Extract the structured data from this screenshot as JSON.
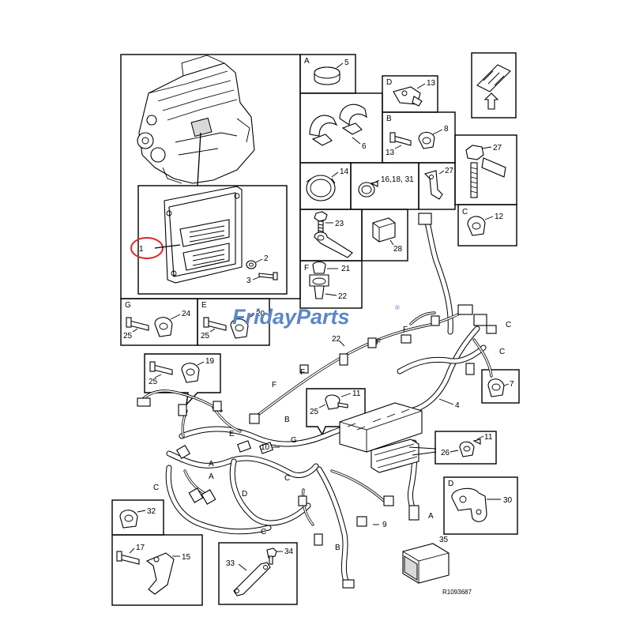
{
  "diagram": {
    "reference_code": "R1093687",
    "watermark": {
      "brand": "FridayParts",
      "registered": "®"
    },
    "colors": {
      "line": "#000000",
      "watermark": "#5b87c7",
      "highlight_circle": "#d8262d",
      "background": "#ffffff"
    },
    "callouts": [
      "1",
      "2",
      "3",
      "4",
      "5",
      "6",
      "7",
      "8",
      "9",
      "10",
      "11",
      "11",
      "12",
      "13",
      "13",
      "14",
      "15",
      "16,18, 31",
      "17",
      "19",
      "20",
      "21",
      "22",
      "22",
      "23",
      "24",
      "25",
      "25",
      "25",
      "25",
      "26",
      "27",
      "27",
      "28",
      "30",
      "32",
      "33",
      "34",
      "35"
    ],
    "detail_letters": [
      "A",
      "B",
      "C",
      "D",
      "E",
      "F",
      "G",
      "C",
      "D"
    ],
    "harness_letters": [
      "A",
      "A",
      "A",
      "B",
      "B",
      "C",
      "C",
      "C",
      "C",
      "C",
      "D",
      "E",
      "F",
      "F",
      "F",
      "F",
      "G"
    ],
    "icons": [
      "engine-icon",
      "ecu-icon",
      "harness-icon",
      "clamp-icon",
      "bolt-icon",
      "orientation-arrow-icon",
      "grease-box-icon"
    ]
  }
}
